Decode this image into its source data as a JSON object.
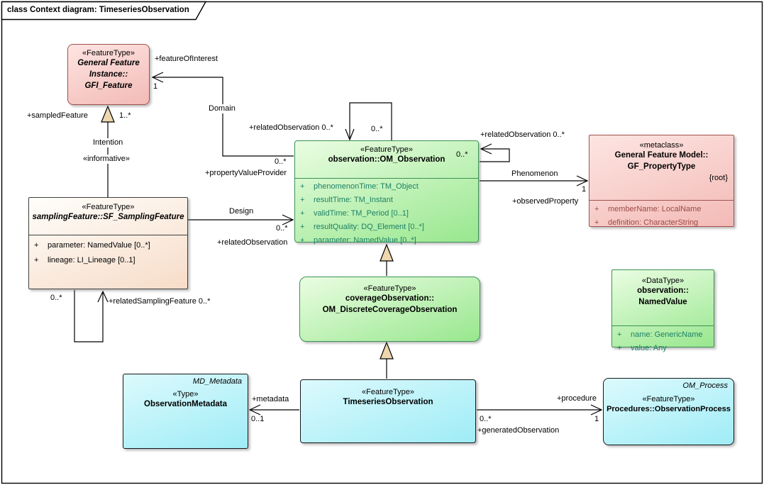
{
  "diagram": {
    "title": "class Context diagram: TimeseriesObservation"
  },
  "colors": {
    "feature_type_green": "#98e78e",
    "green_border": "#3c9155",
    "green_attr_text": "#1d8066",
    "metaclass_pink": "#f3bab6",
    "pink_border": "#a0524e",
    "pink_attr_text": "#9a4a47",
    "type_cyan": "#9fecf6",
    "sampling_cream": "#f7dcc8",
    "generalization_triangle_tan": "#eed7ae"
  },
  "classes": {
    "gfi_feature": {
      "stereotype": "«FeatureType»",
      "name1": "General Feature",
      "name2": "Instance::",
      "name3": "GFI_Feature"
    },
    "sf_sampling_feature": {
      "stereotype": "«FeatureType»",
      "name": "samplingFeature::SF_SamplingFeature",
      "attrs": [
        {
          "v": "+",
          "t": "parameter: NamedValue [0..*]"
        },
        {
          "v": "+",
          "t": "lineage: LI_Lineage [0..1]"
        }
      ]
    },
    "om_observation": {
      "stereotype": "«FeatureType»",
      "name": "observation::OM_Observation",
      "attrs": [
        {
          "v": "+",
          "t": "phenomenonTime: TM_Object"
        },
        {
          "v": "+",
          "t": "resultTime: TM_Instant"
        },
        {
          "v": "+",
          "t": "validTime: TM_Period [0..1]"
        },
        {
          "v": "+",
          "t": "resultQuality: DQ_Element [0..*]"
        },
        {
          "v": "+",
          "t": "parameter: NamedValue [0..*]"
        }
      ]
    },
    "gf_property_type": {
      "stereotype": "«metaclass»",
      "name1": "General Feature Model::",
      "name2": "GF_PropertyType",
      "tag": "{root}",
      "attrs": [
        {
          "v": "+",
          "t": "memberName: LocalName"
        },
        {
          "v": "+",
          "t": "definition: CharacterString"
        }
      ]
    },
    "om_discrete_coverage_observation": {
      "stereotype": "«FeatureType»",
      "name1": "coverageObservation::",
      "name2": "OM_DiscreteCoverageObservation"
    },
    "named_value": {
      "stereotype": "«DataType»",
      "name1": "observation::",
      "name2": "NamedValue",
      "attrs": [
        {
          "v": "+",
          "t": "name: GenericName"
        },
        {
          "v": "+",
          "t": "value: Any"
        }
      ]
    },
    "timeseries_observation": {
      "stereotype": "«FeatureType»",
      "name": "TimeseriesObservation"
    },
    "observation_metadata": {
      "parent": "MD_Metadata",
      "stereotype": "«Type»",
      "name": "ObservationMetadata"
    },
    "observation_process": {
      "parent": "OM_Process",
      "stereotype": "«FeatureType»",
      "name": "Procedures::ObservationProcess"
    }
  },
  "edge_labels": {
    "feature_of_interest": "+featureOfInterest",
    "feature_of_interest_mult": "1",
    "domain": "Domain",
    "property_value_provider": "+propertyValueProvider",
    "property_value_provider_mult": "0..*",
    "sampled_feature": "+sampledFeature",
    "sampled_feature_mult": "1..*",
    "intention": "Intention",
    "informative": "«informative»",
    "design": "Design",
    "design_related_observation": "+relatedObservation",
    "design_related_observation_mult": "0..*",
    "loop_top_role": "+relatedObservation 0..*",
    "loop_top_mult": "0..*",
    "loop_right_role": "+relatedObservation 0..*",
    "loop_right_mult": "0..*",
    "phenomenon": "Phenomenon",
    "observed_property": "+observedProperty",
    "observed_property_mult": "1",
    "related_sampling_feature": "+relatedSamplingFeature 0..*",
    "related_sampling_feature_mult": "0..*",
    "metadata": "+metadata",
    "metadata_mult": "0..1",
    "procedure": "+procedure",
    "procedure_mult": "1",
    "generated_observation": "+generatedObservation",
    "generated_observation_mult": "0..*"
  }
}
